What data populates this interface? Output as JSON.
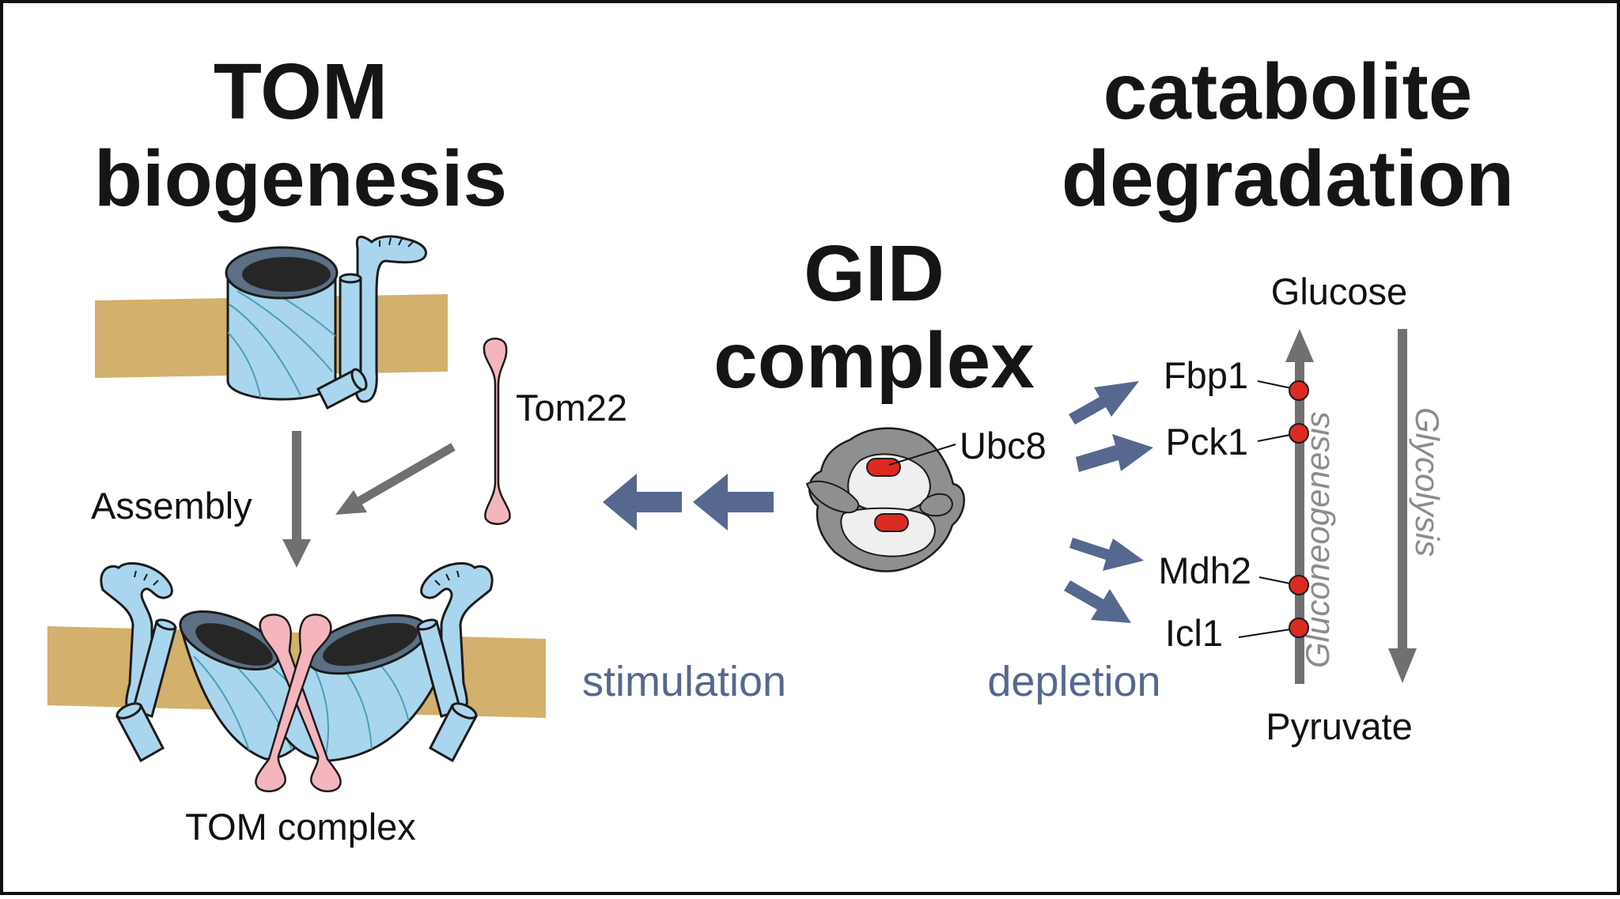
{
  "headings": {
    "tom_line1": "TOM",
    "tom_line2": "biogenesis",
    "gid_line1": "GID",
    "gid_line2": "complex",
    "cat_line1": "catabolite",
    "cat_line2": "degradation"
  },
  "labels": {
    "tom22": "Tom22",
    "assembly": "Assembly",
    "tom_complex": "TOM complex",
    "stimulation": "stimulation",
    "depletion": "depletion",
    "ubc8": "Ubc8",
    "glucose": "Glucose",
    "pyruvate": "Pyruvate",
    "gluconeogenesis": "Gluconeogenesis",
    "glycolysis": "Glycolysis"
  },
  "enzymes": [
    "Fbp1",
    "Pck1",
    "Mdh2",
    "Icl1"
  ],
  "colors": {
    "membrane": "#d3b06b",
    "barrel": "#a9d6ee",
    "tom22": "#f4b6bc",
    "gid_gray": "#8f8f8f",
    "red": "#dc2a22",
    "arrow_blue": "#56688f",
    "arrow_gray": "#707070"
  }
}
